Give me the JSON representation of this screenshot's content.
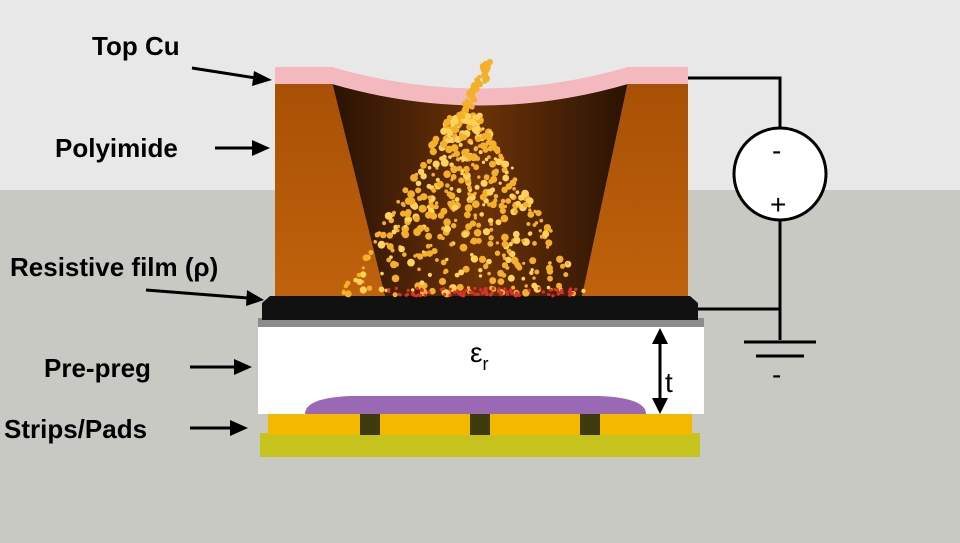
{
  "labels": {
    "top_cu": "Top Cu",
    "polyimide": "Polyimide",
    "resistive_film": "Resistive film (ρ)",
    "pre_preg": "Pre-preg",
    "strips_pads": "Strips/Pads"
  },
  "symbols": {
    "epsilon": "ε",
    "epsilon_sub": "r",
    "thickness": "t",
    "source_minus": "-",
    "source_plus": "+",
    "ground_minus": "-"
  },
  "colors": {
    "background_top": "#e8e8e8",
    "background_bottom": "#c9c9c4",
    "top_cu": "#f4b8bf",
    "polyimide": "#b85c0a",
    "hole_dark": "#3a1c06",
    "avalanche": "#f5b02a",
    "resistive_film": "#111111",
    "pre_preg": "#ffffff",
    "discharge_cloud": "#8a4ea8",
    "strips": "#f5b800",
    "base": "#c6c21e",
    "wire": "#000000"
  }
}
